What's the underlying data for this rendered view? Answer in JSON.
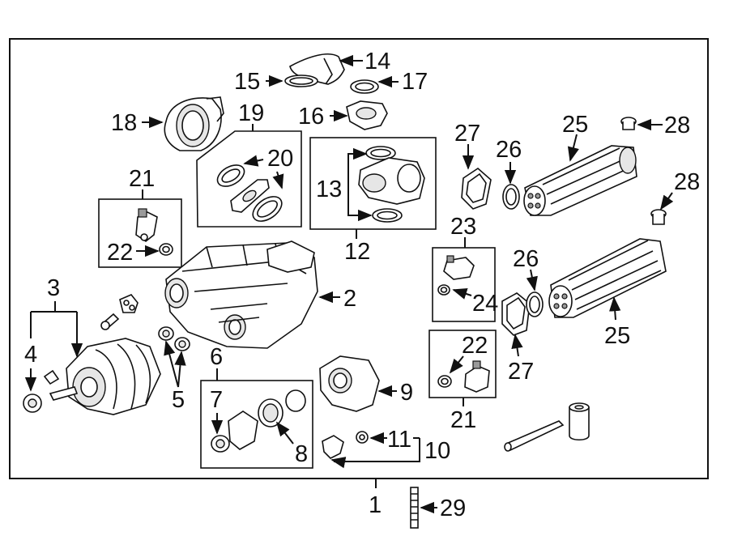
{
  "labels": {
    "c1": "1",
    "c2": "2",
    "c3": "3",
    "c4": "4",
    "c5": "5",
    "c6": "6",
    "c7": "7",
    "c8": "8",
    "c9": "9",
    "c10": "10",
    "c11": "11",
    "c12": "12",
    "c13": "13",
    "c14": "14",
    "c15": "15",
    "c16": "16",
    "c17": "17",
    "c18": "18",
    "c19": "19",
    "c20": "20",
    "c21a": "21",
    "c21b": "21",
    "c22a": "22",
    "c22b": "22",
    "c23": "23",
    "c24": "24",
    "c25a": "25",
    "c25b": "25",
    "c26a": "26",
    "c26b": "26",
    "c27a": "27",
    "c27b": "27",
    "c28a": "28",
    "c28b": "28",
    "c29": "29"
  }
}
